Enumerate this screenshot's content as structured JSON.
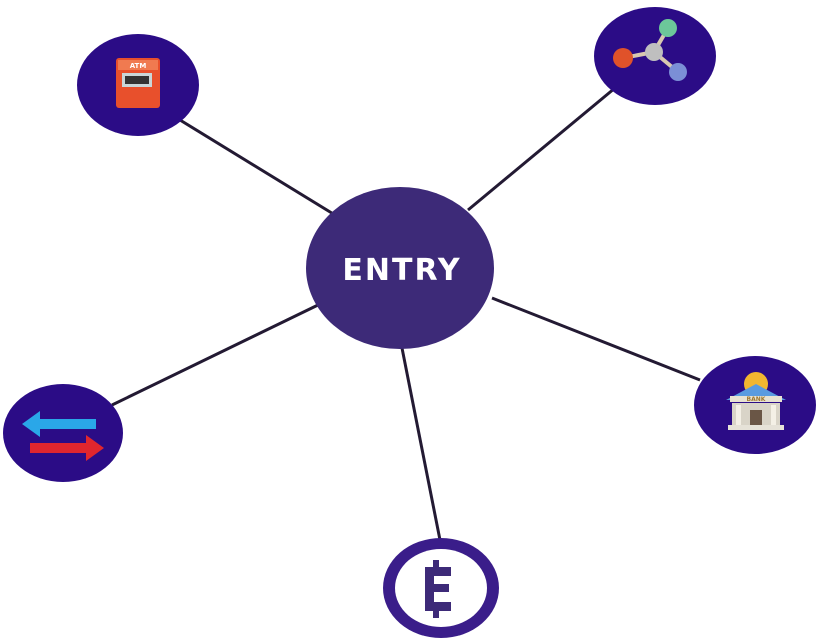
{
  "center": {
    "label": "ENTRY"
  },
  "nodes": {
    "atm": {
      "label": "ATM",
      "icon": "atm-icon"
    },
    "network": {
      "icon": "network-icon"
    },
    "bank": {
      "label": "BANK",
      "icon": "bank-icon"
    },
    "exchange": {
      "icon": "exchange-arrows-icon"
    },
    "coin": {
      "icon": "entry-coin-icon"
    }
  },
  "colors": {
    "center": "#3d2a78",
    "node": "#2b0c86",
    "line": "#231a33",
    "arrow_blue": "#2aa7e8",
    "arrow_red": "#e0262e",
    "atm": "#e8502c"
  }
}
